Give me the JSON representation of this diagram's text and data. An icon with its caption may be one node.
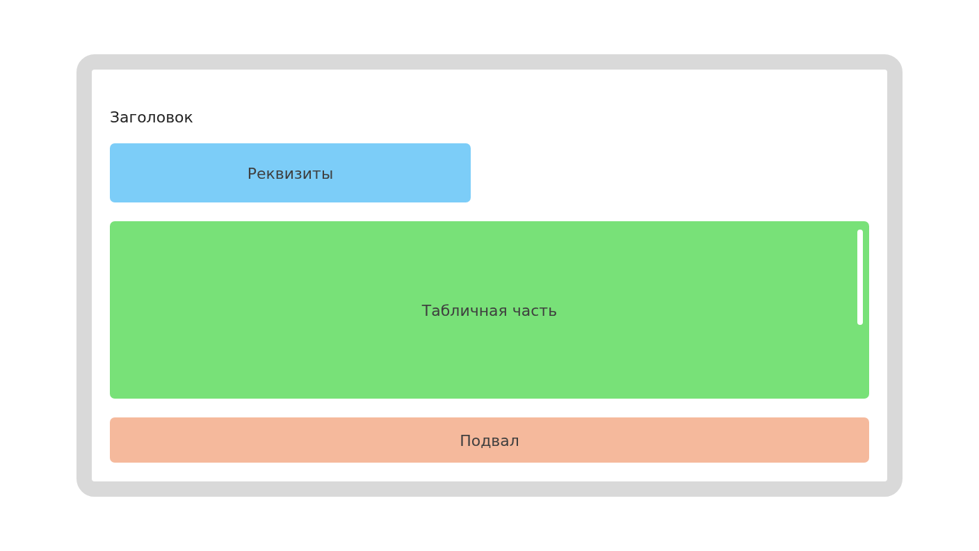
{
  "diagram": {
    "nodes": [
      {
        "text": [
          "Заголовок"
        ]
      },
      {
        "text": [
          "Реквизиты"
        ],
        "in": 0
      },
      {
        "text": [
          "Табличная часть"
        ],
        "in": 0
      },
      {
        "text": [
          "Подвал"
        ],
        "in": 0
      }
    ]
  }
}
